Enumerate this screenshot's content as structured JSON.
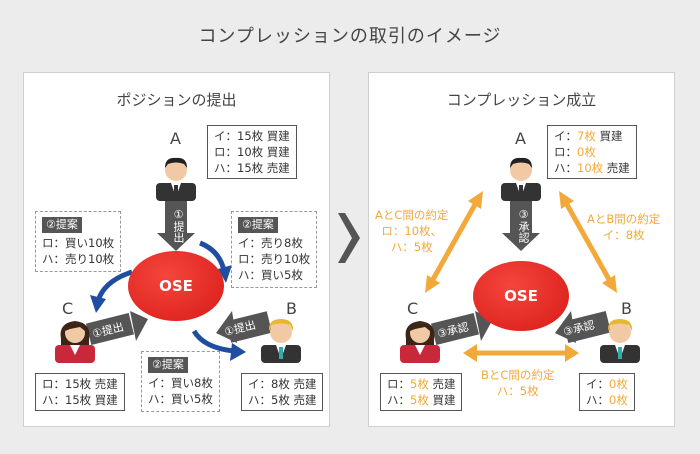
{
  "title": "コンプレッションの取引のイメージ",
  "left": {
    "title": "ポジションの提出",
    "labels": {
      "a": "A",
      "b": "B",
      "c": "C"
    },
    "ose": "OSE",
    "box_a": [
      "イ：15枚 買建",
      "ロ：10枚 買建",
      "ハ：15枚 売建"
    ],
    "box_b": [
      "イ：8枚 売建",
      "ハ：5枚 売建"
    ],
    "box_c": [
      "ロ：15枚 売建",
      "ハ：15枚 買建"
    ],
    "proposal_tag": "②提案",
    "proposal_c": [
      "ロ：買い10枚",
      "ハ：売り10枚"
    ],
    "proposal_a": [
      "イ：売り8枚",
      "ロ：売り10枚",
      "ハ：買い5枚"
    ],
    "proposal_b": [
      "イ：買い8枚",
      "ハ：買い5枚"
    ],
    "submit_a": "①提出",
    "submit_b": "①提出",
    "submit_c": "①提出"
  },
  "right": {
    "title": "コンプレッション成立",
    "labels": {
      "a": "A",
      "b": "B",
      "c": "C"
    },
    "ose": "OSE",
    "box_a": [
      {
        "k": "イ：",
        "v": "7枚",
        "s": " 買建"
      },
      {
        "k": "ロ：",
        "v": "0枚",
        "s": ""
      },
      {
        "k": "ハ：",
        "v": "10枚",
        "s": " 売建"
      }
    ],
    "box_b": [
      {
        "k": "イ：",
        "v": "0枚",
        "s": ""
      },
      {
        "k": "ハ：",
        "v": "0枚",
        "s": ""
      }
    ],
    "box_c": [
      {
        "k": "ロ：",
        "v": "5枚",
        "s": " 売建"
      },
      {
        "k": "ハ：",
        "v": "5枚",
        "s": " 買建"
      }
    ],
    "approve_a": "③承認",
    "approve_b": "③承認",
    "approve_c": "③承認",
    "agree_ac": [
      "AとC間の約定",
      "ロ：10枚、",
      "ハ：5枚"
    ],
    "agree_ab": [
      "AとB間の約定",
      "イ：8枚"
    ],
    "agree_bc": [
      "BとC間の約定",
      "ハ：5枚"
    ]
  },
  "colors": {
    "ose": "#e02a24",
    "orange": "#f3a93a",
    "blue_arrow": "#1f4ea1",
    "dark": "#555555",
    "nav_arrow": "#555555"
  }
}
